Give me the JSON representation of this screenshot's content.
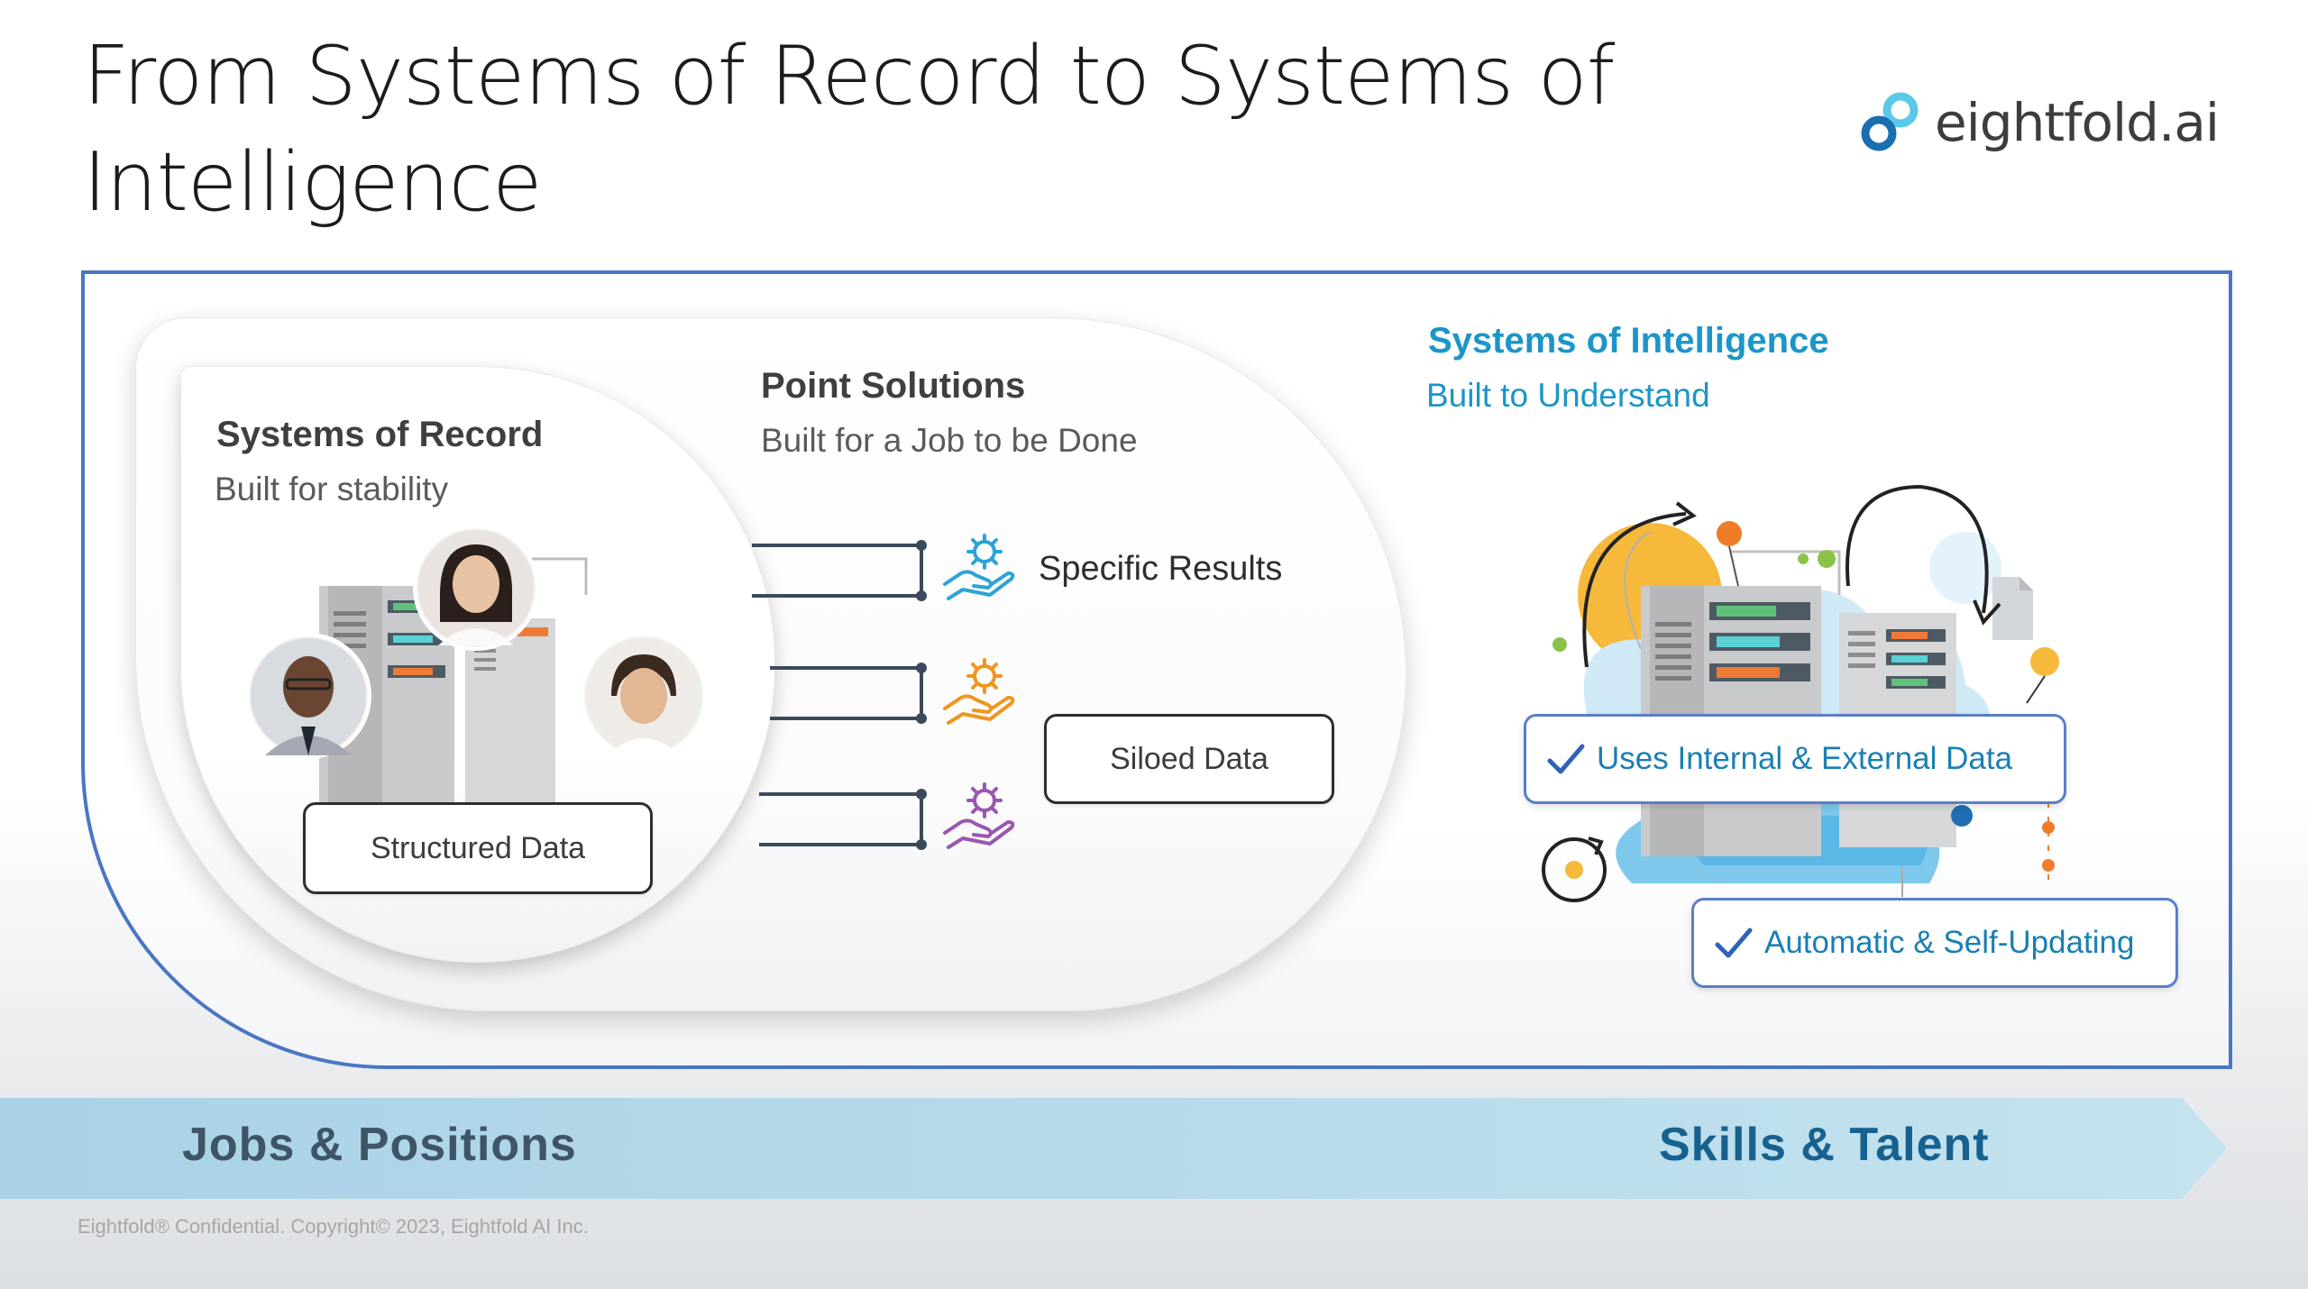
{
  "slide": {
    "title": "From Systems of Record to Systems of Intelligence"
  },
  "logo": {
    "text": "eightfold.ai",
    "icon": "eightfold-logo-icon",
    "colors": [
      "#5ac8e8",
      "#1a6fb0"
    ]
  },
  "record": {
    "title": "Systems of Record",
    "subtitle": "Built for stability",
    "box": "Structured Data"
  },
  "point": {
    "title": "Point Solutions",
    "subtitle": "Built for a Job to be Done",
    "result": "Specific Results",
    "box": "Siloed Data",
    "icons": [
      "gear-hand-icon",
      "gear-hand-icon",
      "gear-hand-icon"
    ],
    "icon_colors": [
      "#2ea3d6",
      "#f0961e",
      "#9a57b0"
    ]
  },
  "intelligence": {
    "title": "Systems of Intelligence",
    "subtitle": "Built to Understand",
    "check1": "Uses Internal & External Data",
    "check2": "Automatic & Self-Updating"
  },
  "banner": {
    "left": "Jobs & Positions",
    "right": "Skills & Talent"
  },
  "footer": "Eightfold® Confidential. Copyright© 2023, Eightfold AI Inc.",
  "colors": {
    "frame": "#4a76c4",
    "accent_blue": "#1c95c9",
    "banner": "#b5d9ea",
    "sun": "#f6b93b",
    "cloud": "#9fd4ef"
  }
}
